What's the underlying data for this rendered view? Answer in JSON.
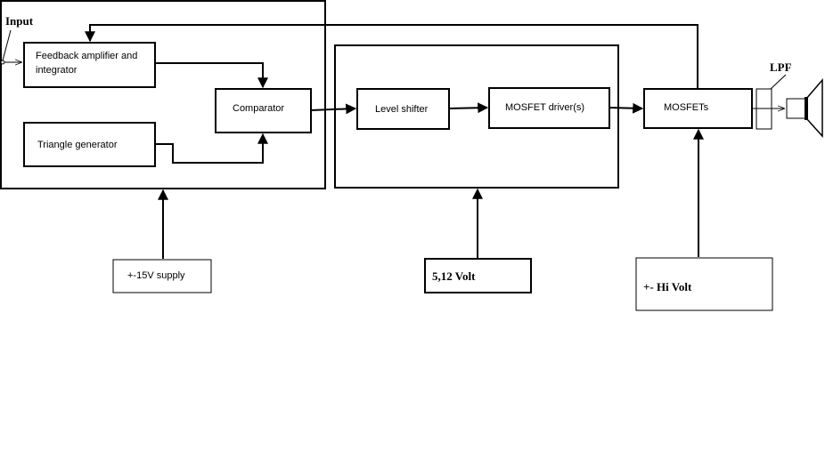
{
  "diagram": {
    "input_label": "Input",
    "lpf_label": "LPF",
    "blocks": {
      "feedback_line1": "Feedback amplifier and",
      "feedback_line2": "integrator",
      "comparator": "Comparator",
      "triangle_generator": "Triangle generator",
      "level_shifter": "Level shifter",
      "mosfet_driver": "MOSFET driver(s)",
      "mosfets": "MOSFETs"
    },
    "supplies": {
      "low_supply": "+-15V supply",
      "logic_supply": "5,12 Volt",
      "hi_supply": "+- Hi Volt"
    }
  }
}
